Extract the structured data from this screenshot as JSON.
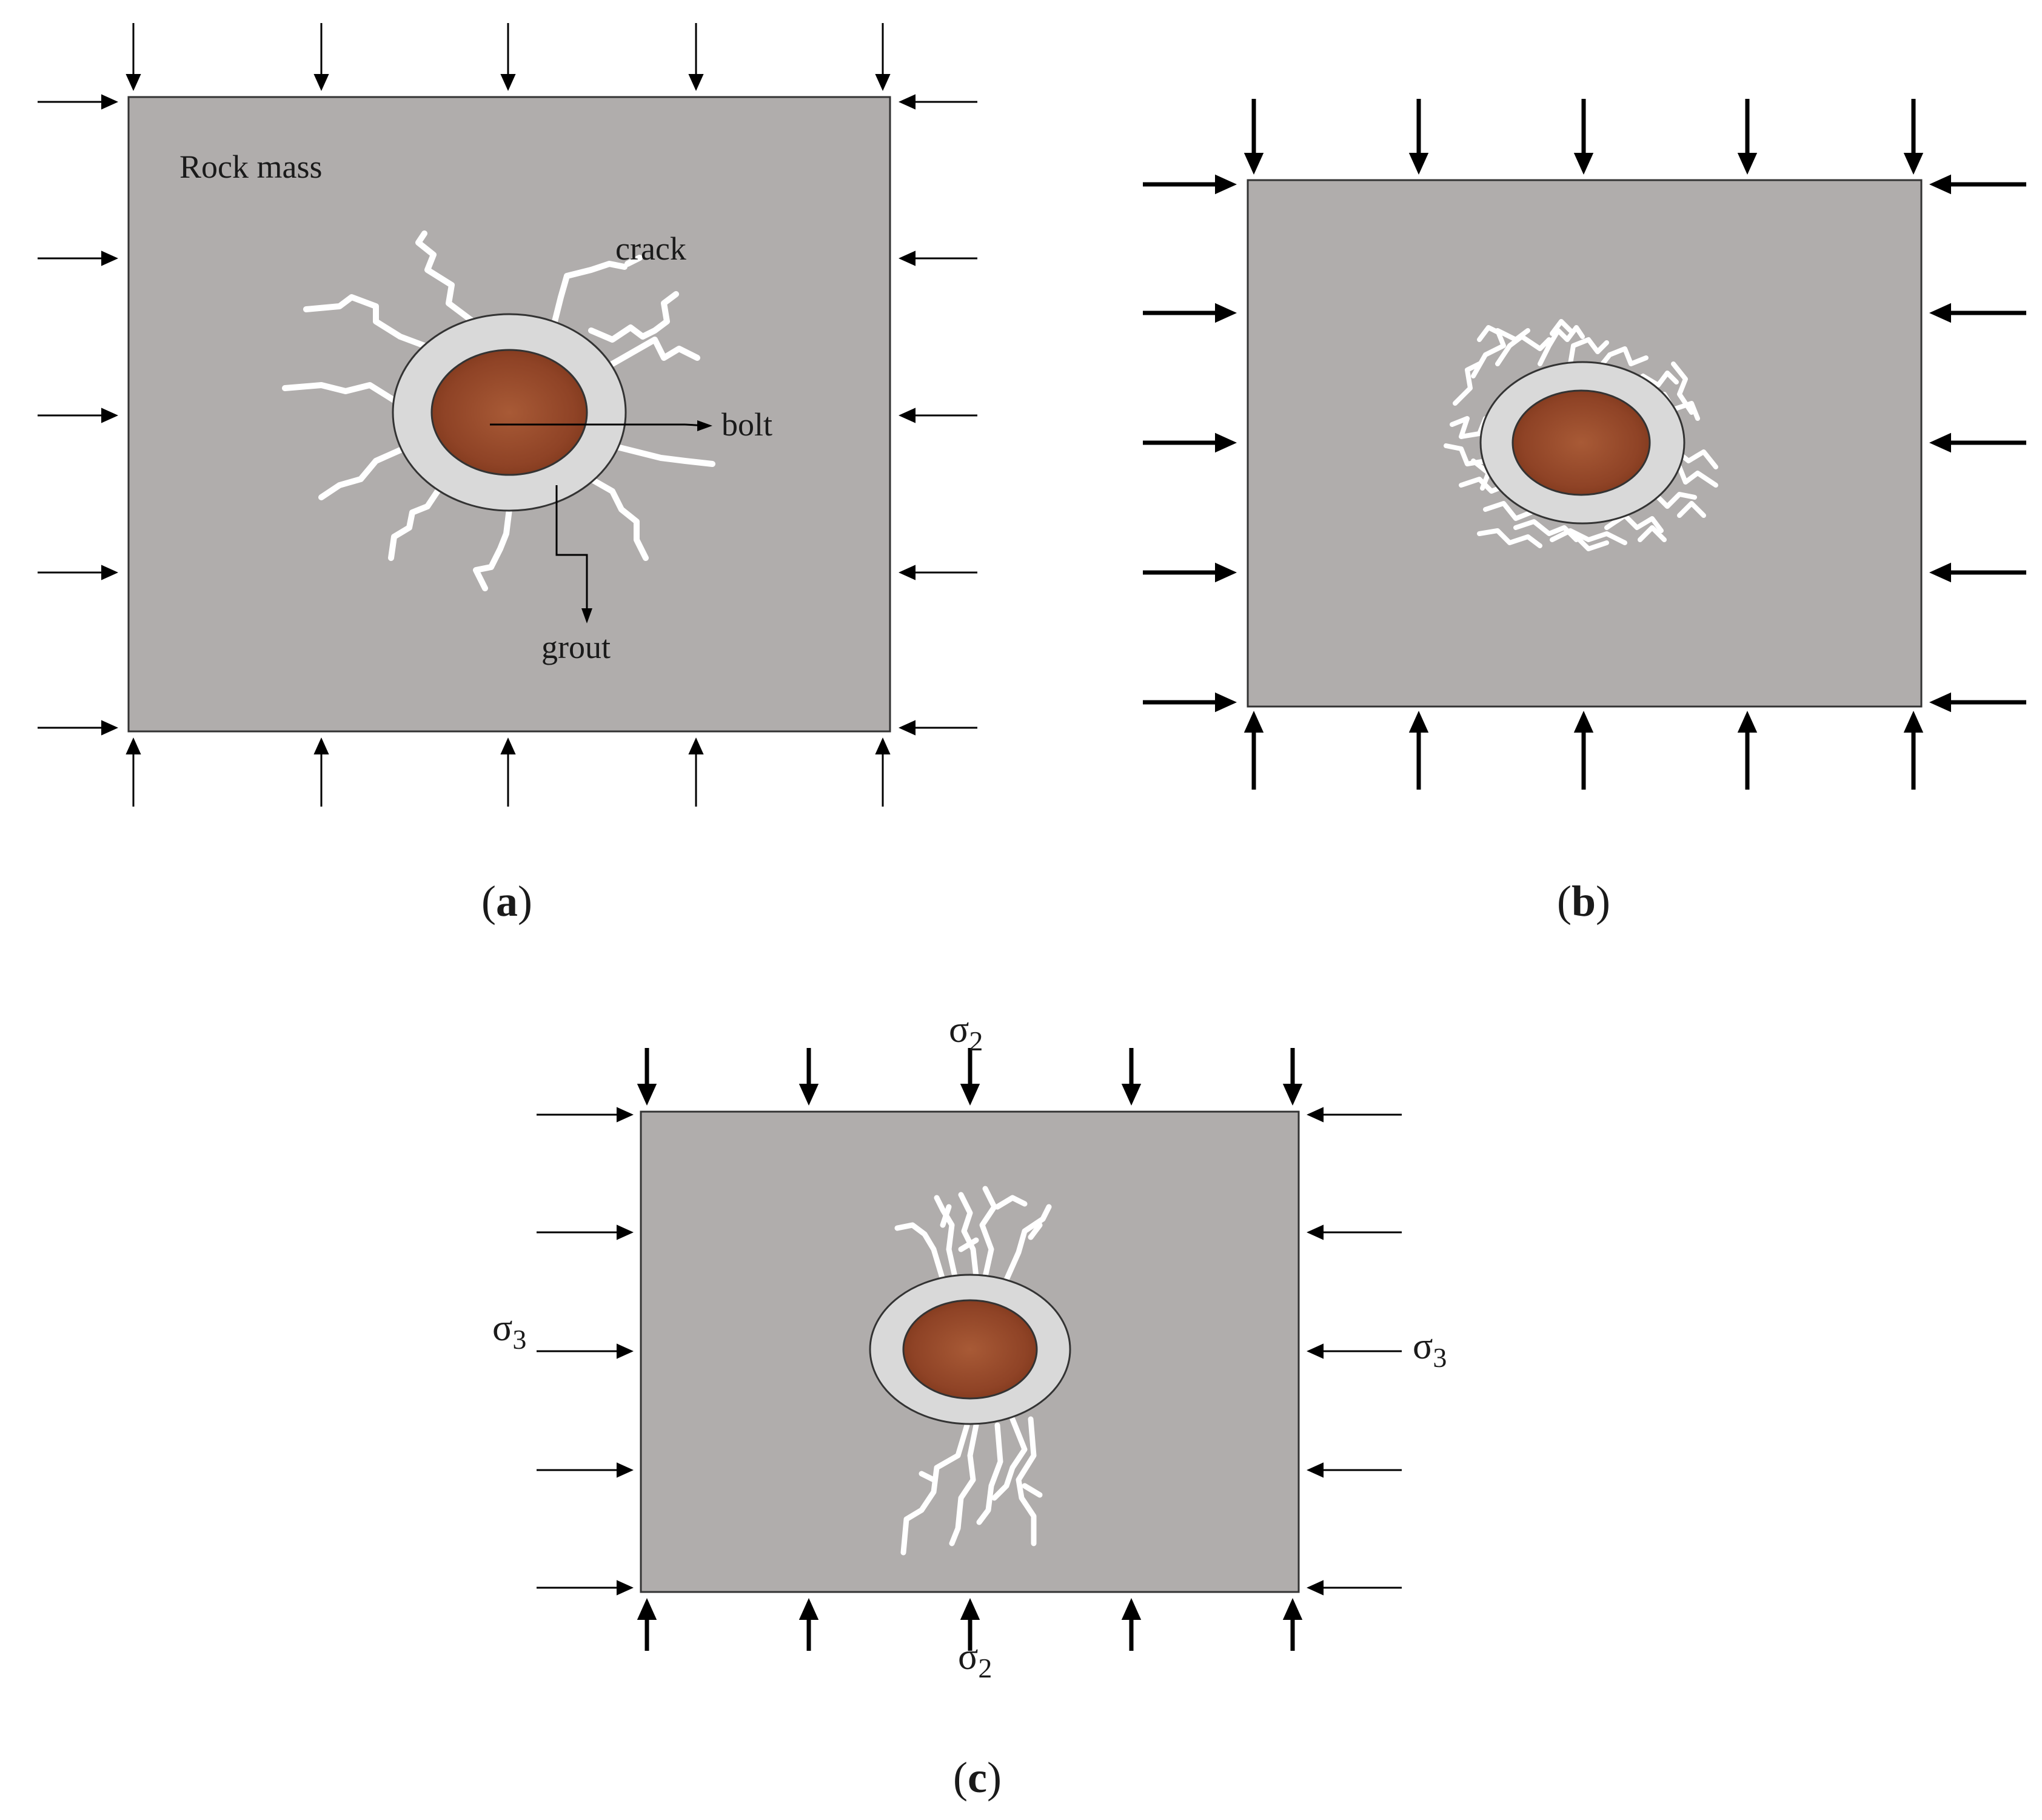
{
  "panels": [
    {
      "id": "a",
      "caption": "a",
      "labels": {
        "rock": "Rock mass",
        "crack": "crack",
        "bolt": "bolt",
        "grout": "grout"
      },
      "crack_pattern": "radial"
    },
    {
      "id": "b",
      "caption": "b",
      "crack_pattern": "ring"
    },
    {
      "id": "c",
      "caption": "c",
      "stress": {
        "vertical_top": "σ2",
        "vertical_bottom": "σ2",
        "horizontal_left": "σ3",
        "horizontal_right": "σ3"
      },
      "crack_pattern": "vertical"
    }
  ],
  "colors": {
    "rock": "#b0adac",
    "grout": "#d9d9d9",
    "bolt": "#9c4a2a",
    "crack": "#ffffff",
    "arrow": "#000000"
  }
}
